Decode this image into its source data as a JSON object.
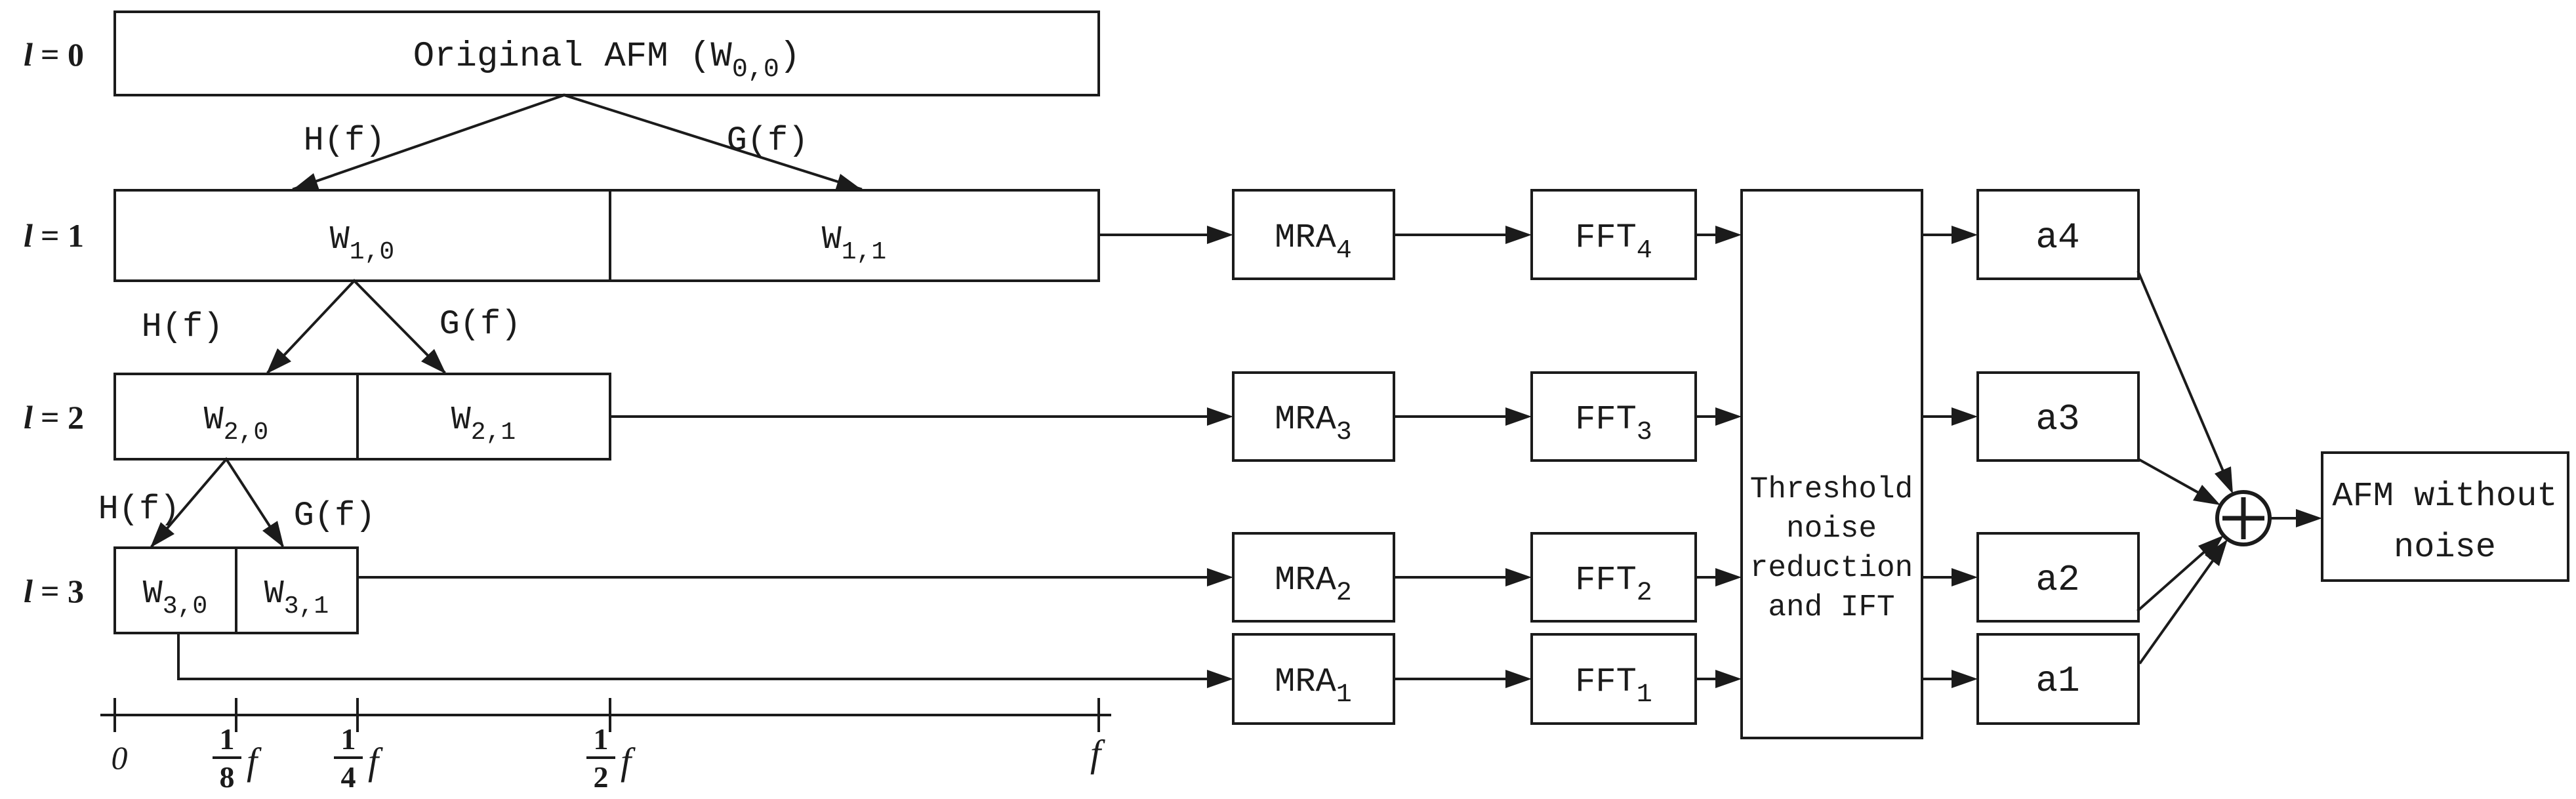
{
  "colors": {
    "ink": "#1b1b1b",
    "background": "#ffffff"
  },
  "levels": [
    {
      "sym": "l",
      "rest": "= 0"
    },
    {
      "sym": "l",
      "rest": "= 1"
    },
    {
      "sym": "l",
      "rest": "= 2"
    },
    {
      "sym": "l",
      "rest": "= 3"
    }
  ],
  "tree": {
    "root": {
      "pre": "Original AFM (W",
      "sub": "0,0",
      "post": ")"
    },
    "w": [
      {
        "base": "W",
        "sub": "1,0"
      },
      {
        "base": "W",
        "sub": "1,1"
      },
      {
        "base": "W",
        "sub": "2,0"
      },
      {
        "base": "W",
        "sub": "2,1"
      },
      {
        "base": "W",
        "sub": "3,0"
      },
      {
        "base": "W",
        "sub": "3,1"
      }
    ],
    "filters": [
      {
        "low": "H(f)",
        "high": "G(f)"
      },
      {
        "low": "H(f)",
        "high": "G(f)"
      },
      {
        "low": "H(f)",
        "high": "G(f)"
      }
    ]
  },
  "pipeline": {
    "mra": [
      {
        "base": "MRA",
        "sub": "4"
      },
      {
        "base": "MRA",
        "sub": "3"
      },
      {
        "base": "MRA",
        "sub": "2"
      },
      {
        "base": "MRA",
        "sub": "1"
      }
    ],
    "fft": [
      {
        "base": "FFT",
        "sub": "4"
      },
      {
        "base": "FFT",
        "sub": "3"
      },
      {
        "base": "FFT",
        "sub": "2"
      },
      {
        "base": "FFT",
        "sub": "1"
      }
    ],
    "threshold_lines": [
      "Threshold",
      "noise",
      "reduction",
      "and IFT"
    ],
    "outputs": [
      "a4",
      "a3",
      "a2",
      "a1"
    ],
    "result_lines": [
      "AFM without",
      "noise"
    ]
  },
  "axis": {
    "ticks": [
      {
        "label": "0"
      },
      {
        "num": "1",
        "den": "8",
        "suffix": "f"
      },
      {
        "num": "1",
        "den": "4",
        "suffix": "f"
      },
      {
        "num": "1",
        "den": "2",
        "suffix": "f"
      },
      {
        "label": "f"
      }
    ]
  }
}
